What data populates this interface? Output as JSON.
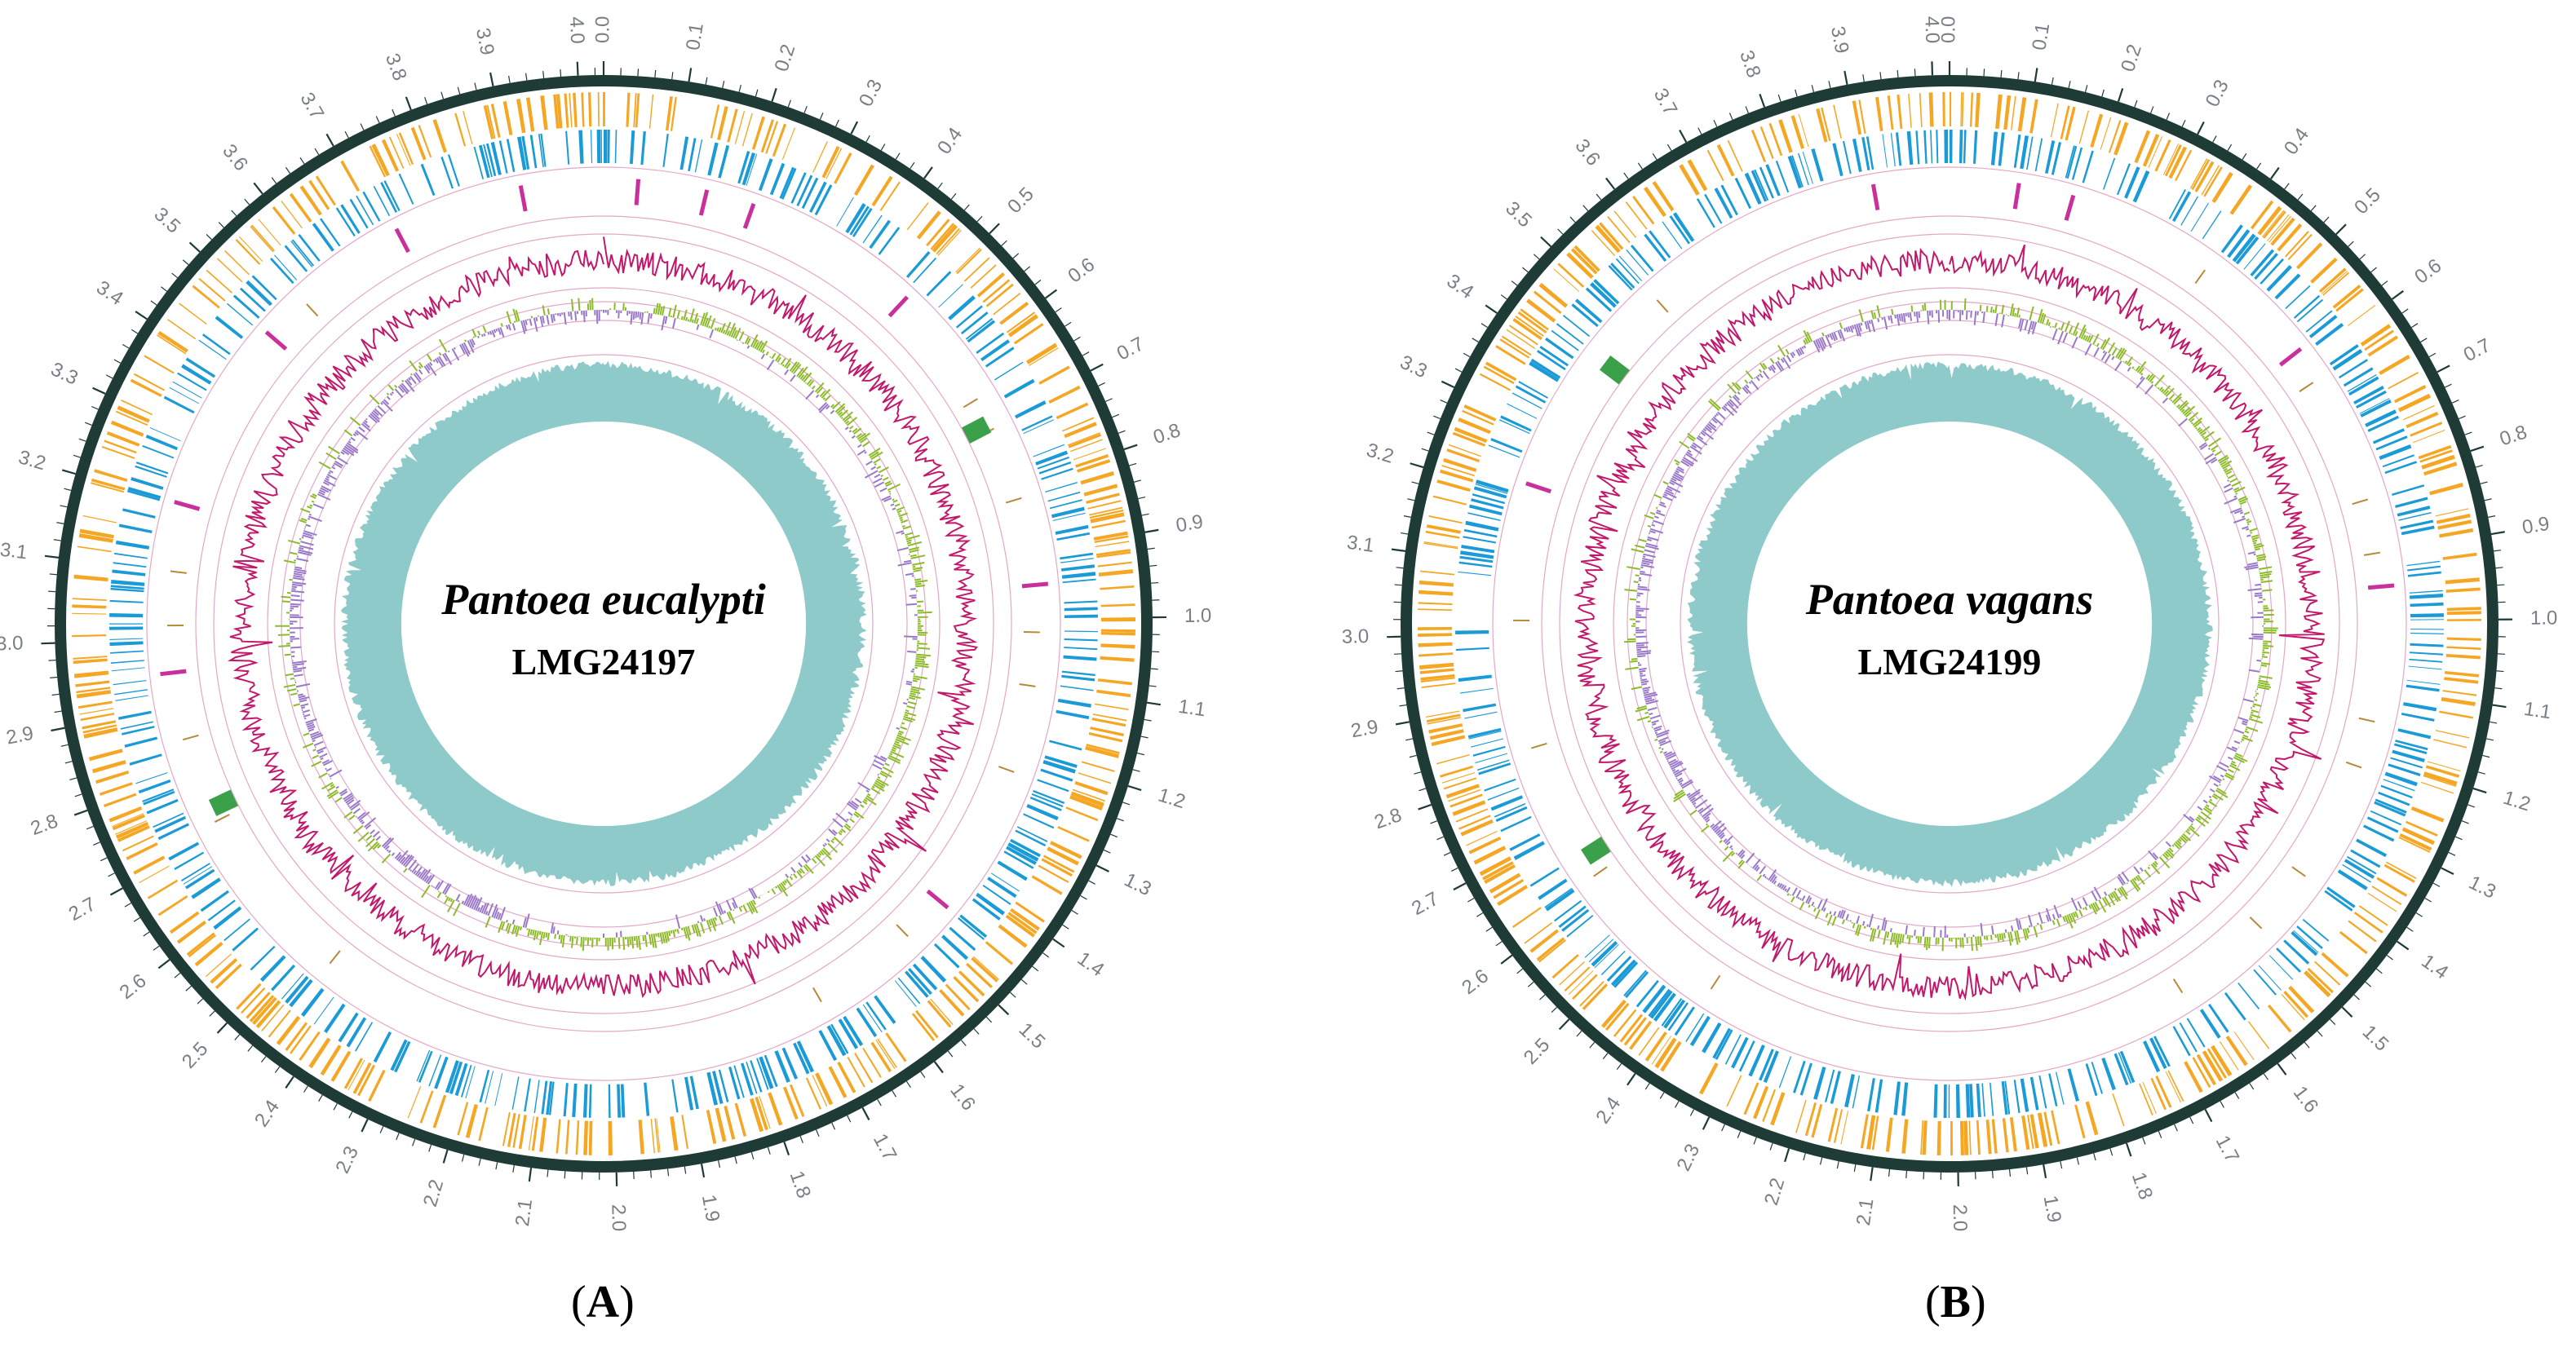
{
  "figure": {
    "panels": [
      {
        "id": "A",
        "caption_letter": "A",
        "organism": "Pantoea eucalypti",
        "strain": "LMG24197",
        "genome_size_mb": 4.03,
        "tick_labels": [
          "0.0",
          "0.1",
          "0.2",
          "0.3",
          "0.4",
          "0.5",
          "0.6",
          "0.7",
          "0.8",
          "0.9",
          "1.0",
          "1.1",
          "1.2",
          "1.3",
          "1.4",
          "1.5",
          "1.6",
          "1.7",
          "1.8",
          "1.9",
          "2.0",
          "2.1",
          "2.2",
          "2.3",
          "2.4",
          "2.5",
          "2.6",
          "2.7",
          "2.8",
          "2.9",
          "3.0",
          "3.1",
          "3.2",
          "3.3",
          "3.4",
          "3.5",
          "3.6",
          "3.7",
          "3.8",
          "3.9",
          "4.0"
        ],
        "trna_marks_mb": [
          0.05,
          0.15,
          0.22,
          0.48,
          0.95,
          1.45,
          2.95,
          3.2,
          3.48,
          3.72,
          3.91
        ],
        "rrna_marks_mb": [
          0.66,
          0.71,
          0.82,
          1.02,
          1.1,
          1.23,
          1.52,
          1.68,
          2.45,
          2.72,
          2.85,
          3.02,
          3.1,
          3.55
        ],
        "other_marks_mb": [
          0.7,
          2.74
        ]
      },
      {
        "id": "B",
        "caption_letter": "B",
        "organism": "Pantoea vagans",
        "strain": "LMG24199",
        "genome_size_mb": 4.02,
        "tick_labels": [
          "0.0",
          "0.1",
          "0.2",
          "0.3",
          "0.4",
          "0.5",
          "0.6",
          "0.7",
          "0.8",
          "0.9",
          "1.0",
          "1.1",
          "1.2",
          "1.3",
          "1.4",
          "1.5",
          "1.6",
          "1.7",
          "1.8",
          "1.9",
          "2.0",
          "2.1",
          "2.2",
          "2.3",
          "2.4",
          "2.5",
          "2.6",
          "2.7",
          "2.8",
          "2.9",
          "3.0",
          "3.1",
          "3.2",
          "3.3",
          "3.4",
          "3.5",
          "3.6",
          "3.7",
          "3.8",
          "3.9",
          "4.0"
        ],
        "trna_marks_mb": [
          0.1,
          0.18,
          0.58,
          0.95,
          3.22,
          3.91
        ],
        "rrna_marks_mb": [
          0.4,
          0.63,
          0.82,
          0.9,
          1.15,
          1.22,
          1.4,
          1.5,
          1.65,
          2.38,
          2.62,
          2.83,
          3.02,
          3.55
        ],
        "other_marks_mb": [
          2.65,
          3.43
        ]
      }
    ]
  },
  "colors": {
    "outer_ring": "#1e3b36",
    "cds_forward": "#f5a623",
    "cds_reverse": "#1a9ad6",
    "trna": "#c9309b",
    "rrna": "#b58a3a",
    "other_rna": "#3aa14a",
    "gc_content": "#c2186b",
    "gc_skew_pos": "#8dbb2a",
    "gc_skew_neg": "#9b79c9",
    "coverage": "#8ecac9",
    "guide_lines": "#e4a7c8",
    "tick_label": "#7a7f86"
  }
}
